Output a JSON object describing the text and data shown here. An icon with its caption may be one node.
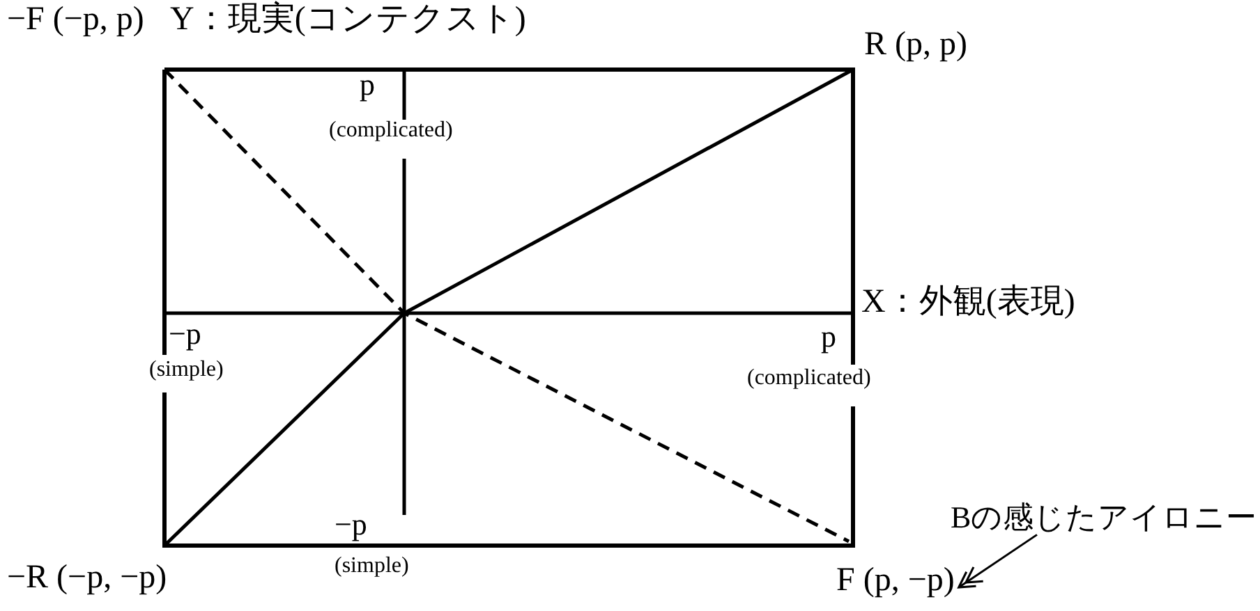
{
  "diagram": {
    "nodes": [
      {
        "text": [
          "Bの感じたアイロニー"
        ]
      },
      {
        "text": [
          "F (p, −p)"
        ]
      }
    ],
    "edges": [
      {
        "from": 0,
        "to": 1,
        "arrow": "to"
      }
    ],
    "labels": [
      "−F (−p, p)",
      "Y：現実(コンテクスト)",
      "R (p, p)",
      "p",
      "(complicated)",
      "X：外観(表現)",
      "−p",
      "(simple)",
      "p",
      "(complicated)",
      "−p",
      "(simple)",
      "−R (−p, −p)"
    ]
  }
}
